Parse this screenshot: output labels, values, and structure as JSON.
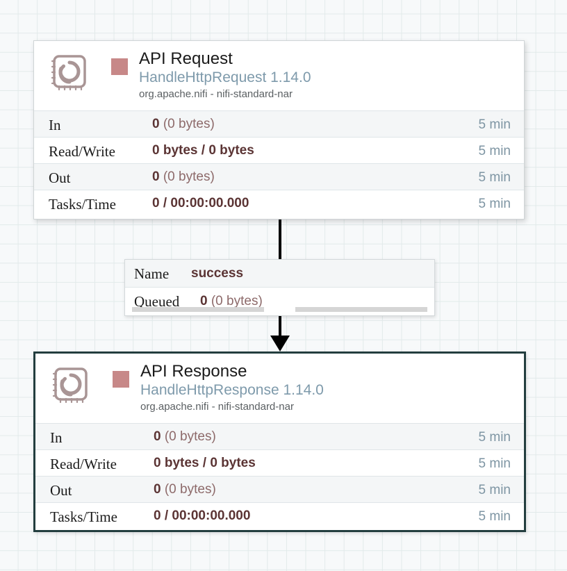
{
  "canvas": {
    "background_color": "#f7f9fa",
    "grid_line_color": "#e2eaea"
  },
  "processors": [
    {
      "id": "api-request",
      "name": "API Request",
      "type": "HandleHttpRequest 1.14.0",
      "bundle": "org.apache.nifi - nifi-standard-nar",
      "run_status": "stopped",
      "run_status_color": "#c78888",
      "icon": "processor-chip-icon",
      "selected": false,
      "stats": [
        {
          "label": "In",
          "value": "0",
          "detail": " (0 bytes)",
          "bold_detail": false,
          "time": "5 min"
        },
        {
          "label": "Read/Write",
          "value": "0 bytes / 0 bytes",
          "detail": "",
          "bold_detail": true,
          "time": "5 min"
        },
        {
          "label": "Out",
          "value": "0",
          "detail": " (0 bytes)",
          "bold_detail": false,
          "time": "5 min"
        },
        {
          "label": "Tasks/Time",
          "value": "0 / 00:00:00.000",
          "detail": "",
          "bold_detail": true,
          "time": "5 min"
        }
      ]
    },
    {
      "id": "api-response",
      "name": "API Response",
      "type": "HandleHttpResponse 1.14.0",
      "bundle": "org.apache.nifi - nifi-standard-nar",
      "run_status": "stopped",
      "run_status_color": "#c78888",
      "icon": "processor-chip-icon",
      "selected": true,
      "selected_border_color": "#233e3f",
      "stats": [
        {
          "label": "In",
          "value": "0",
          "detail": " (0 bytes)",
          "bold_detail": false,
          "time": "5 min"
        },
        {
          "label": "Read/Write",
          "value": "0 bytes / 0 bytes",
          "detail": "",
          "bold_detail": true,
          "time": "5 min"
        },
        {
          "label": "Out",
          "value": "0",
          "detail": " (0 bytes)",
          "bold_detail": false,
          "time": "5 min"
        },
        {
          "label": "Tasks/Time",
          "value": "0 / 00:00:00.000",
          "detail": "",
          "bold_detail": true,
          "time": "5 min"
        }
      ]
    }
  ],
  "connection": {
    "name_label": "Name",
    "name_value": "success",
    "queued_label": "Queued",
    "queued_value": "0",
    "queued_detail": " (0 bytes)",
    "bar_color": "#d5d5d5",
    "line_color": "#000000"
  }
}
